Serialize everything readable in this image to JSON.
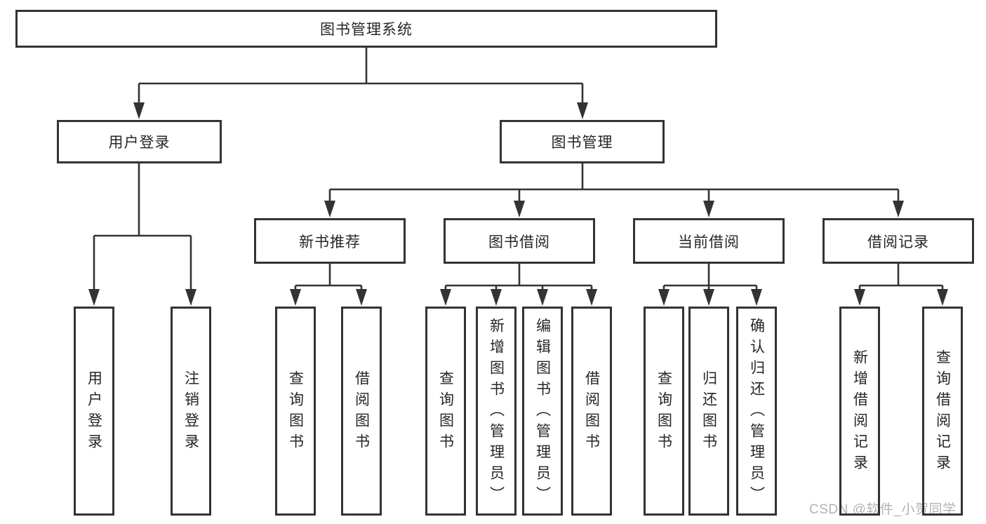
{
  "diagram": {
    "title": "图书管理系统",
    "root": {
      "label": "图书管理系统"
    },
    "level2": {
      "user_login": {
        "label": "用户登录"
      },
      "book_mgmt": {
        "label": "图书管理"
      }
    },
    "level3": {
      "new_book_rec": {
        "label": "新书推荐"
      },
      "book_borrow": {
        "label": "图书借阅"
      },
      "current_borrow": {
        "label": "当前借阅"
      },
      "borrow_records": {
        "label": "借阅记录"
      }
    },
    "leaves": {
      "login": [
        "用户登录",
        "注销登录"
      ],
      "recommend": [
        "查询图书",
        "借阅图书"
      ],
      "borrow": [
        "查询图书",
        "新增图书（管理员）",
        "编辑图书（管理员）",
        "借阅图书"
      ],
      "current": [
        "查询图书",
        "归还图书",
        "确认归还（管理员）"
      ],
      "records": [
        "新增借阅记录",
        "查询借阅记录"
      ]
    }
  },
  "watermark": "CSDN @软件_小贺同学",
  "colors": {
    "line": "#333333",
    "text": "#262626",
    "watermark": "#b3b3b3",
    "background": "#ffffff"
  }
}
